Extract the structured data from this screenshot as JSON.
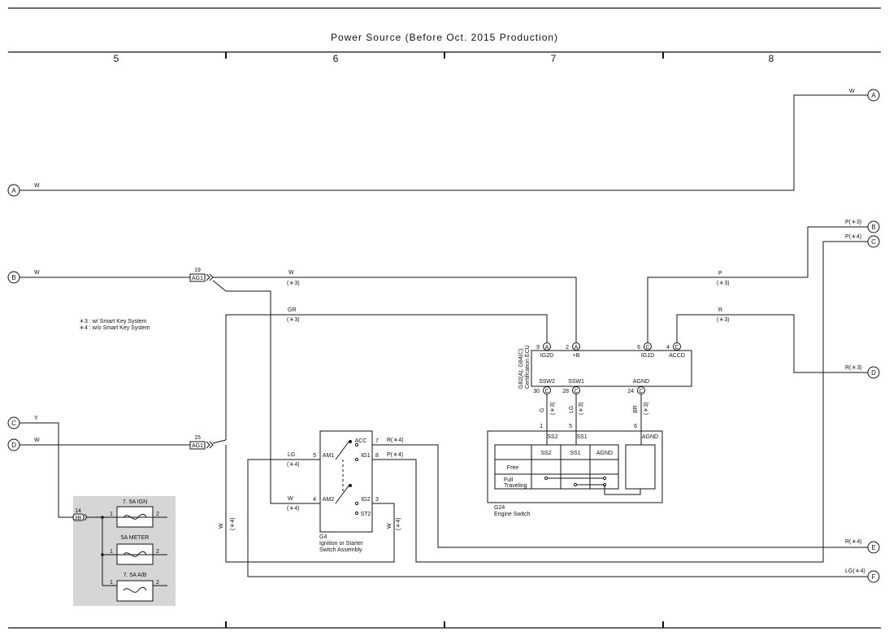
{
  "title": "Power Source (Before Oct.  2015 Production)",
  "columns": [
    "5",
    "6",
    "7",
    "8"
  ],
  "notes": {
    "n3": "＊3 : w/ Smart Key System",
    "n4": "＊4 : w/o Smart Key System"
  },
  "connectors": {
    "A": "A",
    "B": "B",
    "C": "C",
    "D": "D",
    "E": "E",
    "F": "F",
    "C_small": "C"
  },
  "wires": {
    "W": "W",
    "GR": "GR",
    "Y": "Y",
    "LG": "LG",
    "P": "P",
    "R": "R",
    "G": "G",
    "BR": "BR",
    "p3": "P(＊3)",
    "p4": "P(＊4)",
    "r3": "R(＊3)",
    "r4": "R(＊4)",
    "lg4": "LG(＊4)",
    "star3": "(＊3)",
    "star4": "(＊4)"
  },
  "junctions": {
    "ag1_19_pin": "19",
    "ag1_19_label": "AG1",
    "ag1_15_pin": "15",
    "ag1_15_label": "AG1",
    "j3b_pin": "14",
    "j3b_label": "3B"
  },
  "fuses": {
    "f1": "7. 5A IGN",
    "f2": "5A METER",
    "f3": "7. 5A A/B",
    "pin1": "1",
    "pin2": "2"
  },
  "switch_g4": {
    "terminals": [
      "ACC",
      "IG1",
      "IG2",
      "ST2",
      "AM1",
      "AM2"
    ],
    "pins": [
      "7",
      "8",
      "3",
      "5",
      "4"
    ],
    "name": "G4",
    "desc1": "Ignition or Starter",
    "desc2": "Switch Assembly"
  },
  "ecu": {
    "side_label1": "G82(A), G84(C)",
    "side_label2": "Certification ECU",
    "top_pins": [
      "9",
      "2",
      "6",
      "4"
    ],
    "top_labels": [
      "IG2D",
      "+B",
      "IG1D",
      "ACCD"
    ],
    "bot_pins": [
      "30",
      "28",
      "24"
    ],
    "bot_labels": [
      "SSW2",
      "SSW1",
      "AGND"
    ]
  },
  "engine_switch": {
    "name": "G24",
    "desc": "Engine Switch",
    "pins": [
      "1",
      "5",
      "6"
    ],
    "labels": [
      "SS2",
      "SS1",
      "AGND"
    ],
    "table_headers": [
      "SS2",
      "SS1",
      "AGND"
    ],
    "row_free": "Free",
    "row_full1": "Full",
    "row_full2": "Traveling"
  }
}
